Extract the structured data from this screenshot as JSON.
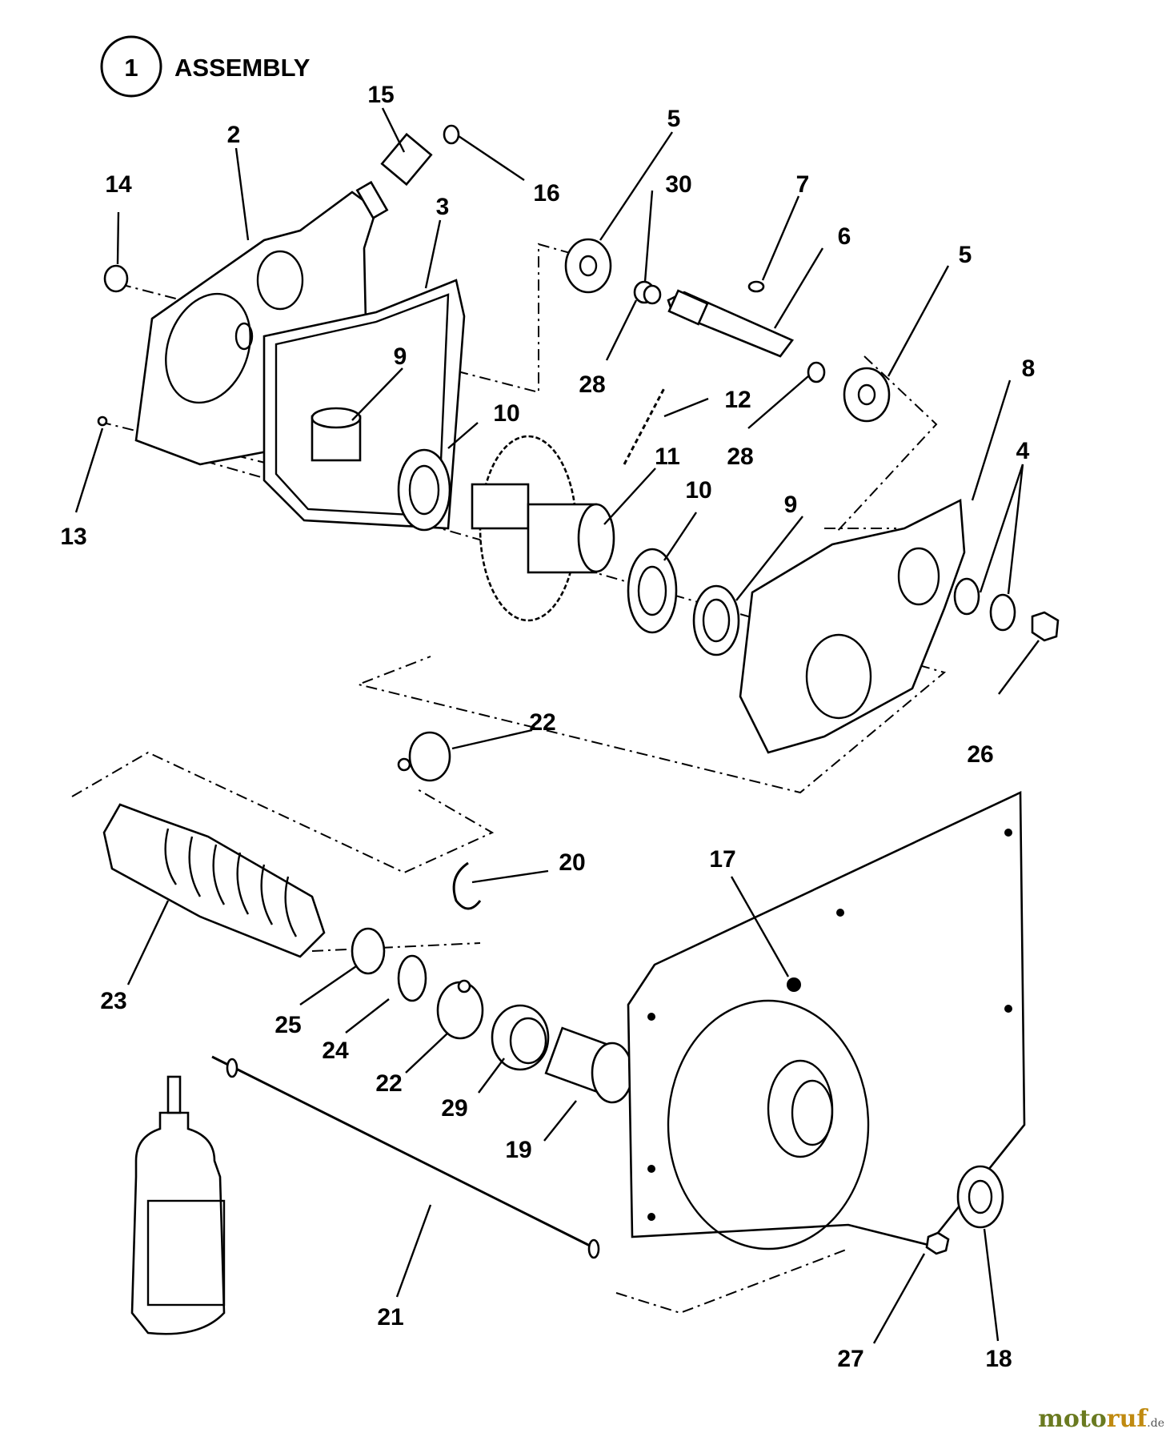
{
  "header": {
    "badge": "1",
    "title": "ASSEMBLY"
  },
  "callouts": {
    "c2": "2",
    "c3": "3",
    "c4": "4",
    "c5a": "5",
    "c5b": "5",
    "c6": "6",
    "c7": "7",
    "c8": "8",
    "c9a": "9",
    "c9b": "9",
    "c10a": "10",
    "c10b": "10",
    "c11": "11",
    "c12": "12",
    "c13": "13",
    "c14": "14",
    "c15": "15",
    "c16": "16",
    "c17": "17",
    "c18": "18",
    "c19": "19",
    "c20": "20",
    "c21": "21",
    "c22a": "22",
    "c22b": "22",
    "c23": "23",
    "c24": "24",
    "c25": "25",
    "c26": "26",
    "c27": "27",
    "c28a": "28",
    "c28b": "28",
    "c29": "29",
    "c30": "30"
  },
  "watermark": {
    "brand_a": "moto",
    "brand_b": "ruf",
    "tld": ".de"
  }
}
